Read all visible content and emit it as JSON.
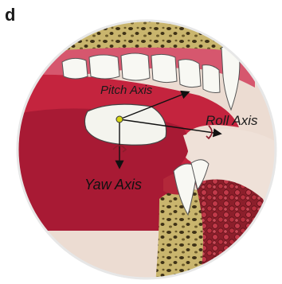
{
  "figure": {
    "panel_letter": "d",
    "labels": {
      "pitch": "Pitch Axis",
      "roll": "Roll Axis",
      "yaw": "Yaw Axis"
    },
    "colors": {
      "oral_cavity": "#c4243e",
      "tongue": "#a81a34",
      "gums": "#d9506a",
      "teeth": "#f8f8f3",
      "bone": "#c9b56d",
      "bone_dark": "#5a4a24",
      "skin": "#e9d4c9",
      "vessel_red": "#b3283a",
      "axis_line": "#111111",
      "pivot": "#d6d616"
    },
    "icons": [
      "pivot-dot-icon",
      "rotation-arrow-icon"
    ]
  }
}
